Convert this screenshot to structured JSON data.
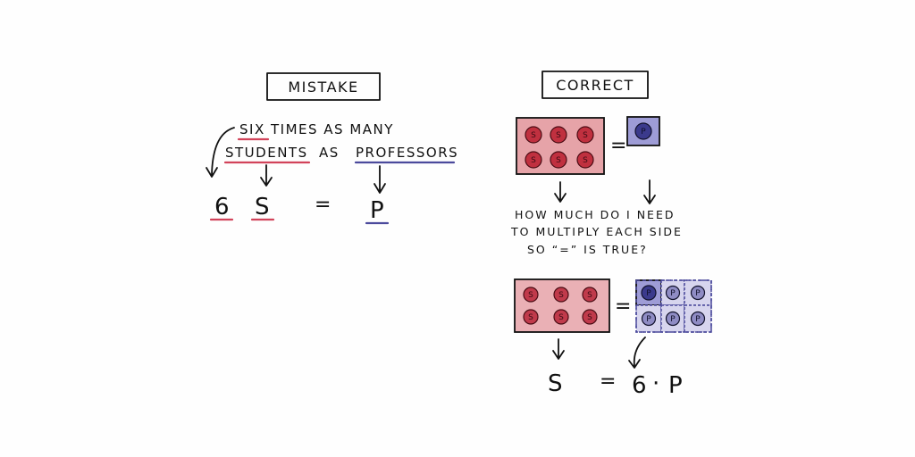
{
  "mistake": {
    "title": "MISTAKE",
    "sentence_line1": "SIX TIMES AS MANY",
    "sentence_line2_students": "STUDENTS",
    "sentence_line2_as": "AS",
    "sentence_line2_professors": "PROFESSORS",
    "eq_six": "6",
    "eq_s": "S",
    "eq_equals": "=",
    "eq_p": "P"
  },
  "correct": {
    "title": "CORRECT",
    "student_token": "S",
    "professor_token": "P",
    "equals_1": "=",
    "question_line1": "HOW MUCH DO I NEED",
    "question_line2": "TO MULTIPLY EACH SIDE",
    "question_line3": "SO “=” IS TRUE?",
    "equals_2": "=",
    "final_s": "S",
    "final_equals": "=",
    "final_six": "6",
    "final_dot": "·",
    "final_p": "P"
  },
  "colors": {
    "red_underline": "#d2435a",
    "blue_underline": "#4b4a9c",
    "student_fill": "#e6a3a8",
    "student_token": "#c0303f",
    "professor_fill": "#9e9cd6",
    "professor_token": "#3b3a8c",
    "professor_light_fill": "#d7d5ee"
  }
}
